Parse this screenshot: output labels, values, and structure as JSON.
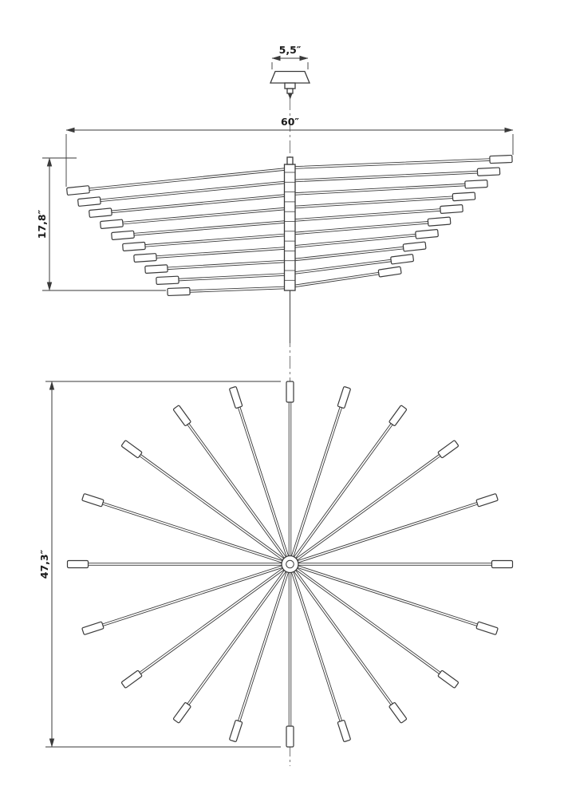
{
  "drawing": {
    "kind": "technical-dimension-drawing",
    "subject": "sputnik-chandelier",
    "line_color": "#3a3a3a",
    "background": "#ffffff"
  },
  "dimensions": {
    "canopy_width": "5,5″",
    "fixture_width": "60″",
    "fixture_height": "17,8″",
    "fixture_depth": "47,3″"
  },
  "fixture": {
    "plan_arm_count": 20,
    "side_arms_per_side": 10
  }
}
